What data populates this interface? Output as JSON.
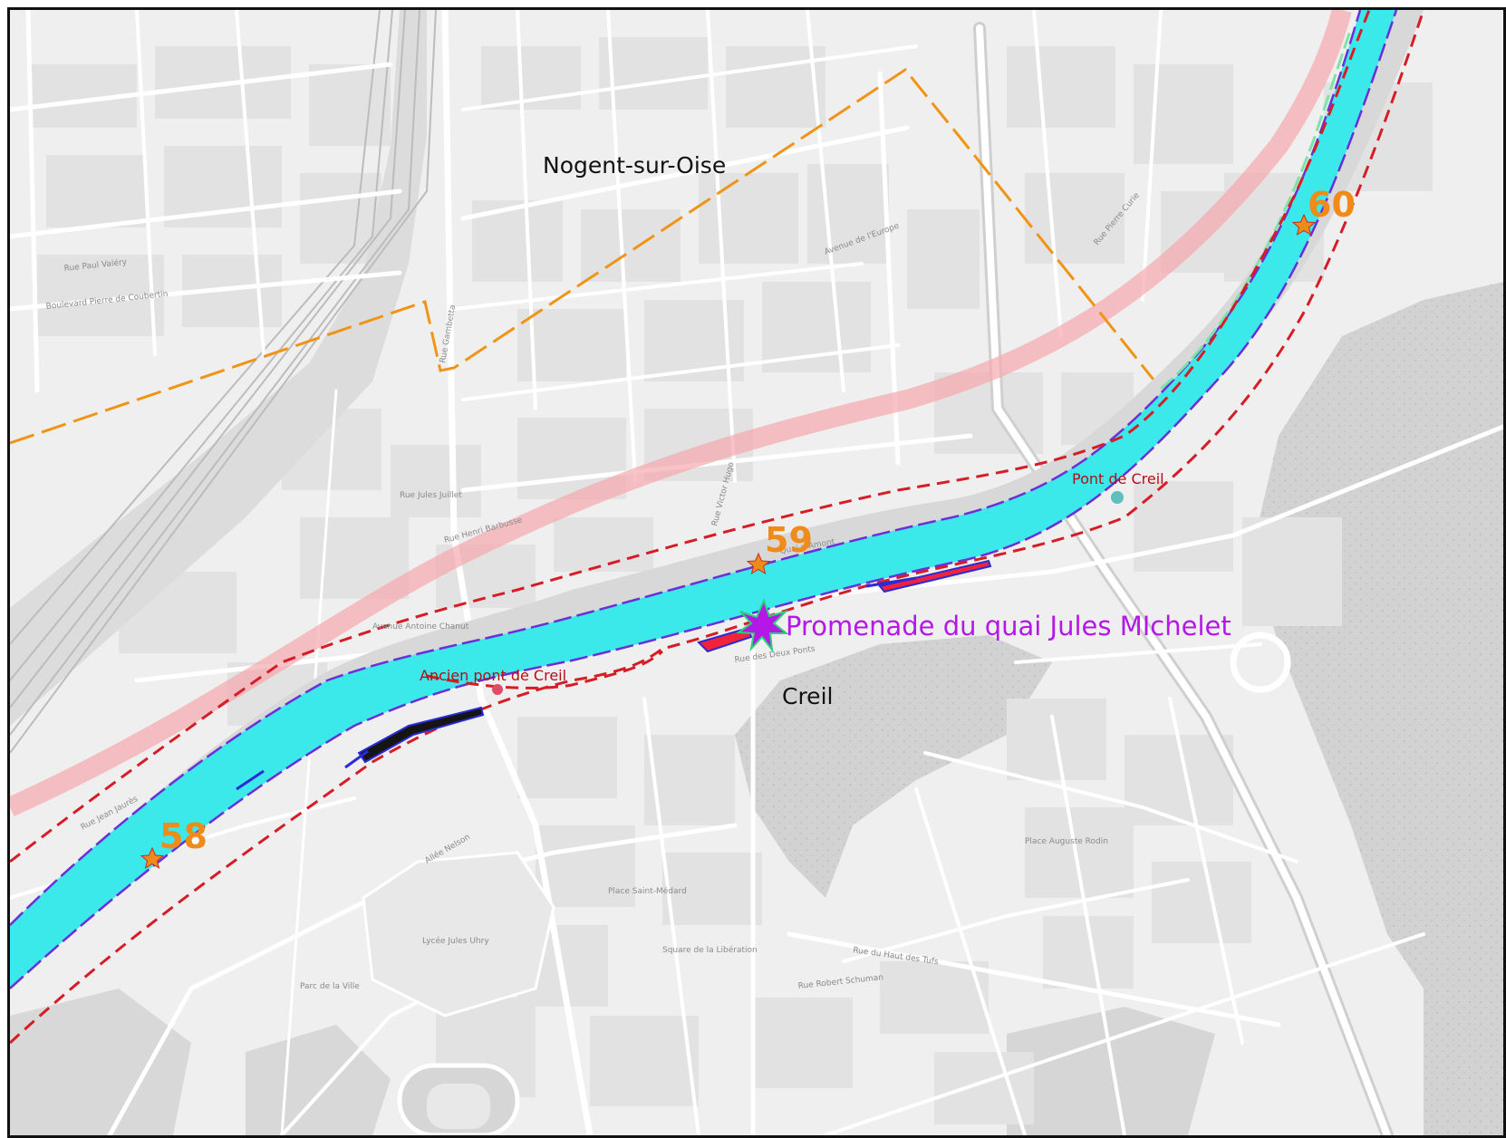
{
  "map": {
    "colors": {
      "background": "#efefef",
      "block": "#e2e2e2",
      "road": "#ffffff",
      "river_channel": "#3be8ea",
      "river_line": "#6a2fd8",
      "buffer_line": "#d61d26",
      "commune_boundary": "#f09417",
      "pink_band": "#f7a8ae",
      "hatch_bank": "#f0223c",
      "poi": "#b418e6",
      "pk_star": "#f08a18",
      "woodland": "#cfcfcf"
    },
    "towns": [
      {
        "label": "Nogent-sur-Oise"
      },
      {
        "label": "Creil"
      }
    ],
    "bridges": [
      {
        "label": "Pont de Creil"
      },
      {
        "label": "Ancien pont de Creil"
      }
    ],
    "kilometer_points": [
      {
        "label": "58",
        "icon": "star-icon"
      },
      {
        "label": "59",
        "icon": "star-icon"
      },
      {
        "label": "60",
        "icon": "star-icon"
      }
    ],
    "poi": {
      "label": "Promenade du quai Jules MIchelet",
      "icon": "burst-star-icon"
    },
    "street_labels": [
      "Rue Jean Jaurès",
      "Quai d'Amont",
      "Rue des Deux Ponts",
      "Avenue Antoine Chanut",
      "Rue Robert Schuman",
      "Rue Jules Juillet",
      "Rue Henri Barbusse",
      "Place Saint-Médard",
      "Lycée Jules Uhry",
      "Parc de la Ville",
      "Place Auguste Rodin",
      "Rue Gambetta",
      "Rue Paul Valéry",
      "Boulevard Pierre de Coubertin",
      "Avenue de l'Europe",
      "Allée Nelson",
      "Square de la Libération",
      "Rue Victor Hugo",
      "Rue du Haut des Tufs",
      "Rue Pierre Curie"
    ]
  }
}
